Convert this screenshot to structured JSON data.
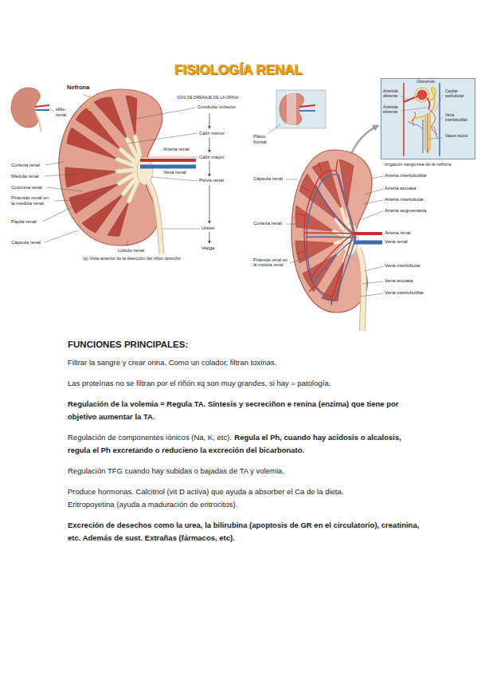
{
  "diagram": {
    "title": "FISIOLOGÍA RENAL",
    "nodes": [
      {
        "text": [
          "Arteriola aferente",
          "Arteriola eferente",
          "Glomérulo",
          "Capilar peritubular",
          "Vena interlobulillar",
          "Vasos rectos"
        ]
      }
    ],
    "labels": [
      "Nefrona",
      "VÍAS DE DRENAJE DE LA ORINA:",
      "Conducto colector",
      "Cáliz menor",
      "Cáliz mayor",
      "Pelvis renal",
      "Uréter",
      "Vejiga",
      "Hilio renal",
      "Arteria renal",
      "Vena renal",
      "Corteza renal",
      "Médula renal",
      "Columna renal",
      "Pirámide renal en la médula renal",
      "Papila renal",
      "Cápsula renal",
      "Lóbulo renal",
      "(a) Vista anterior de la disección del riñón derecho",
      "Plano frontal",
      "Irrigación sanguínea de la nefrona",
      "Arteria interlobulillar",
      "Arteria arcuata",
      "Arteria interlobular",
      "Arteria segmentaria",
      "Cápsula renal",
      "Corteza renal",
      "Arteria renal",
      "Vena renal",
      "Pirámide renal en la médula renal",
      "Vena interlobular",
      "Vena arcuata",
      "Vena interlobulillar",
      "FUNCIONES PRINCIPALES:",
      "Filtrar la sangre y crear orina. Como un colador, filtran toxinas.",
      "Las proteínas no se filtran por el riñón xq son muy grandes, si hay = patología.",
      "Regulación de la volemia = Regula TA. Síntesis y secreciñon e renina (enzima) que tiene por objetivo aumentar la TA.",
      "Regulación de componentes iónicos (Na, K, etc).",
      "Regula el Ph, cuando hay acidosis o alcalosis, regula el Ph excretando o reducieno la excreción del bicarbonato.",
      "Regulación TFG cuando hay subidas o bajadas de TA y volemia.",
      "Produce hormonas. Calcitriol (vit D activa) que ayuda a absorber el Ca de la dieta.",
      "Eritropoyetina (ayuda a maduración de eritrocitos).",
      "Excreción de desechos como la urea, la bilirubina (apoptosis de GR en el circulatorio), creatinina, etc. Además de sust. Extrañas (fármacos, etc)."
    ]
  }
}
